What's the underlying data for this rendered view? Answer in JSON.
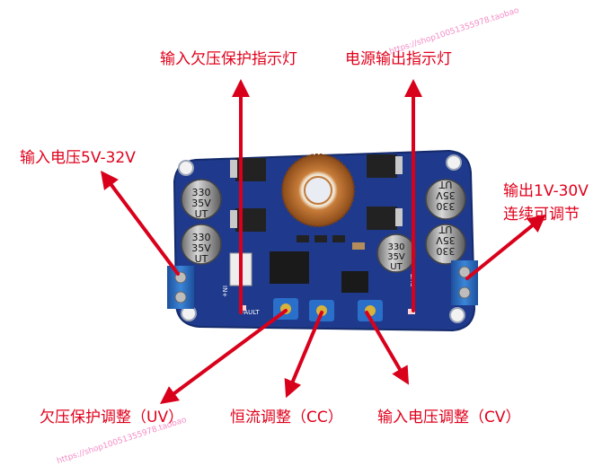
{
  "labels": {
    "uvlo_indicator": "输入欠压保护指示灯",
    "power_indicator": "电源输出指示灯",
    "input_voltage": "输入电压5V-32V",
    "output_line1": "输出1V-30V",
    "output_line2": "连续可调节",
    "uv_adjust": "欠压保护调整（UV）",
    "cc_adjust": "恒流调整（CC）",
    "cv_adjust": "输入电压调整（CV）"
  },
  "board": {
    "cap_marking_line1": "330",
    "cap_marking_line2": "35V",
    "cap_marking_line3": "UT",
    "silk_fault": "FAULT",
    "silk_out": "OUT",
    "silk_in": "IN+"
  },
  "watermarks": {
    "top": "https://shop10051355978.taobao",
    "bottom": "https://shop10051355978.taobao"
  },
  "colors": {
    "annotation_red": "#e0001b",
    "pcb_blue": "#1f3a8c",
    "terminal_blue": "#2e6fc4"
  }
}
